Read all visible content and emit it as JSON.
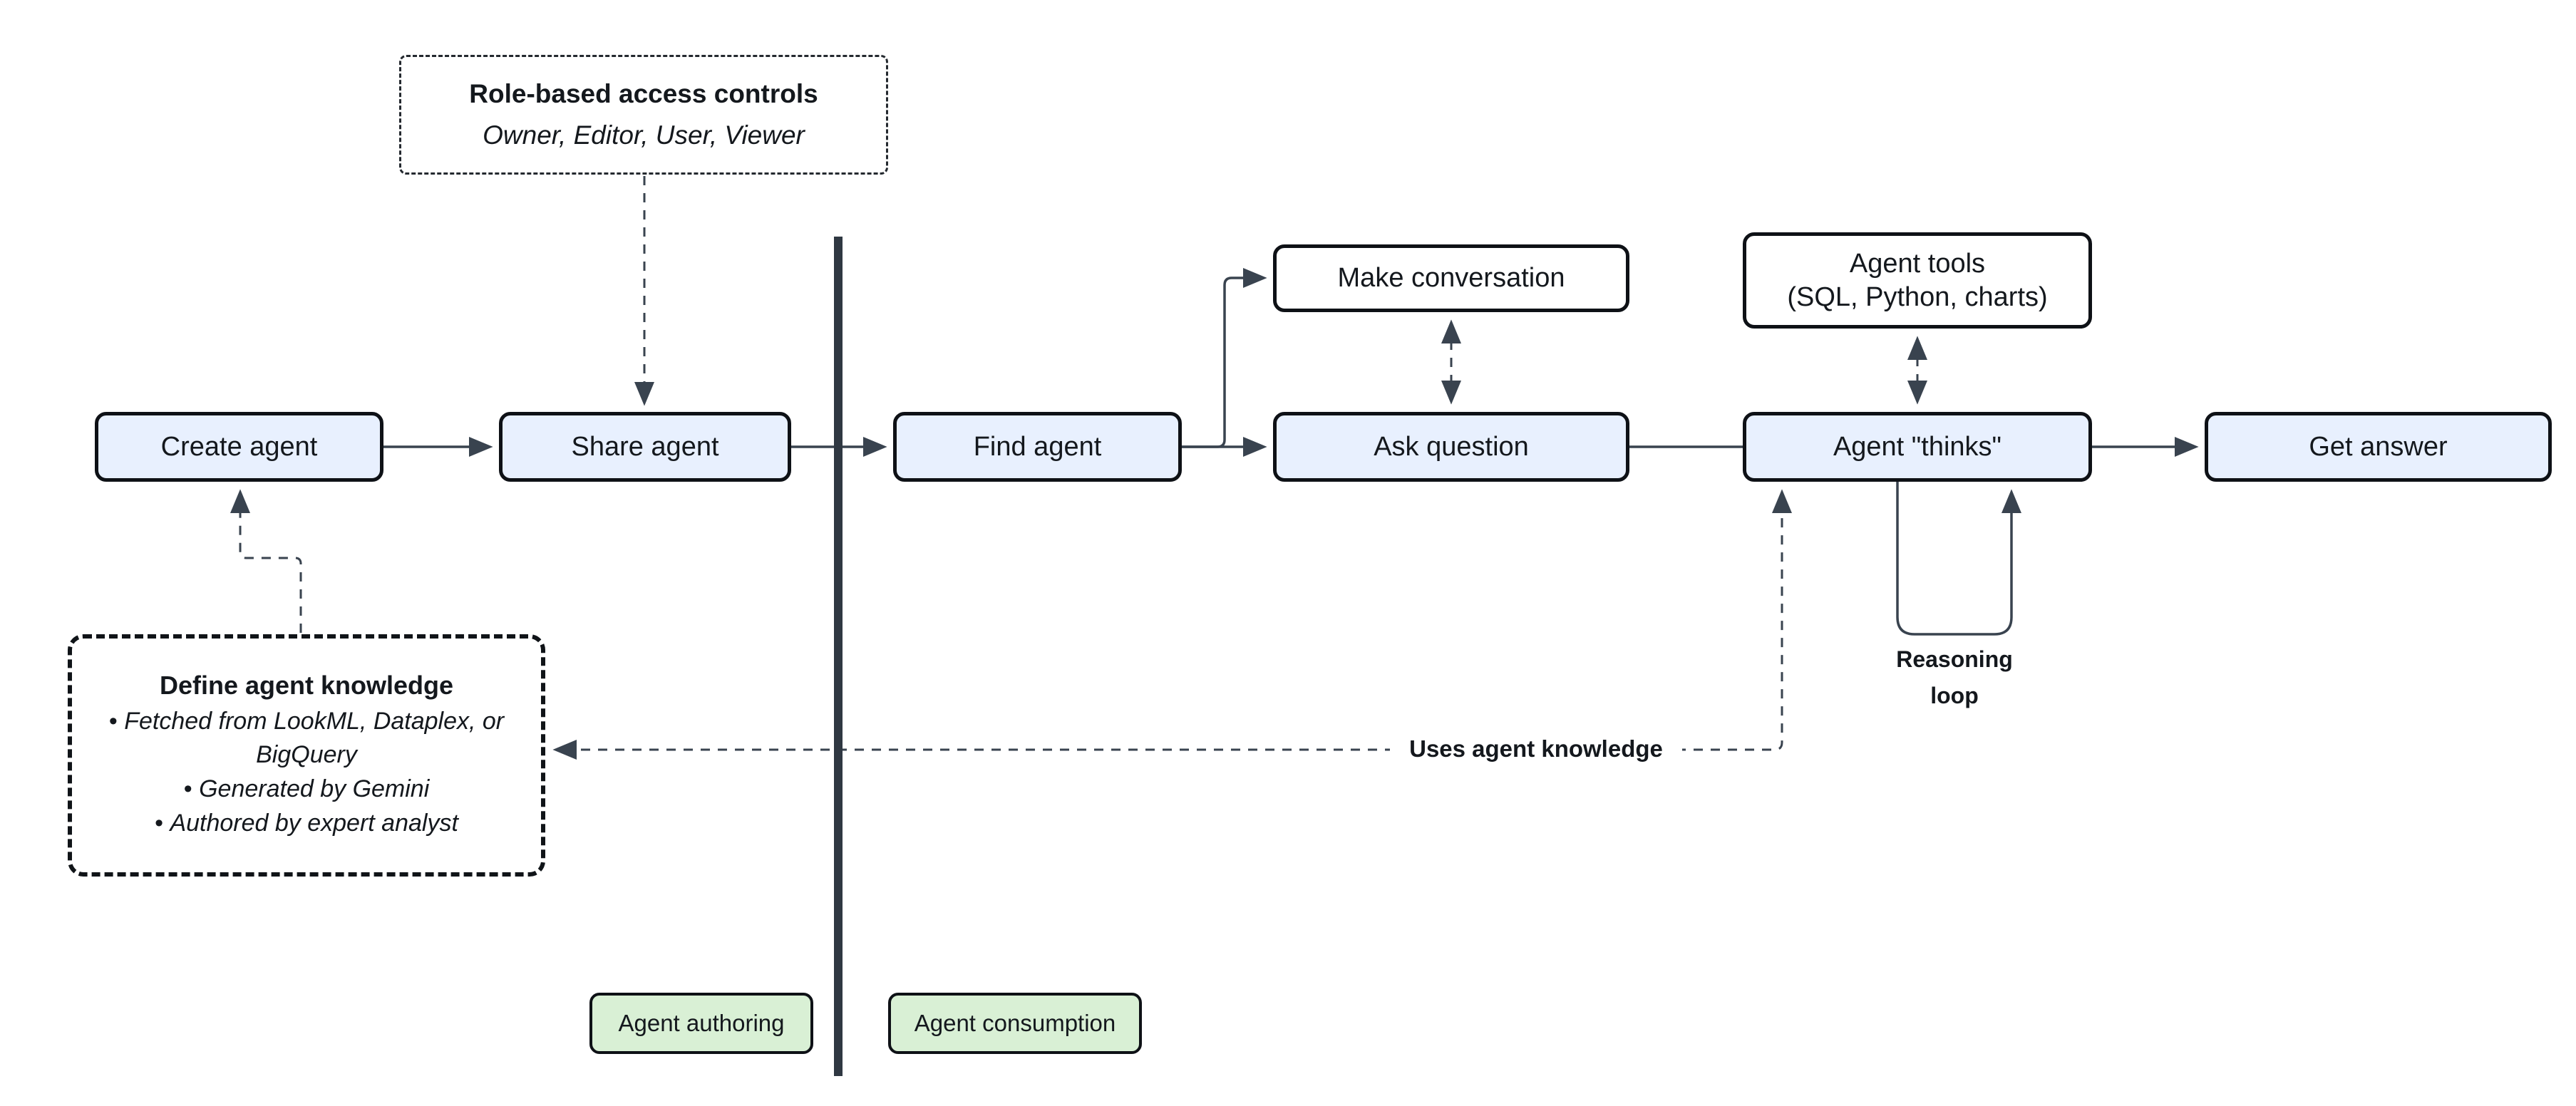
{
  "nodes": {
    "create_agent": {
      "label": "Create agent"
    },
    "share_agent": {
      "label": "Share agent"
    },
    "find_agent": {
      "label": "Find agent"
    },
    "ask_question": {
      "label": "Ask question"
    },
    "agent_thinks": {
      "label": "Agent \"thinks\""
    },
    "get_answer": {
      "label": "Get answer"
    },
    "make_conversation": {
      "label": "Make conversation"
    },
    "agent_tools": {
      "line1": "Agent tools",
      "line2": "(SQL, Python, charts)"
    }
  },
  "notes": {
    "role_access": {
      "title": "Role-based access controls",
      "subtitle": "Owner, Editor, User, Viewer"
    },
    "define_knowledge": {
      "title": "Define agent knowledge",
      "bullets": [
        "Fetched from LookML, Dataplex, or BigQuery",
        "Generated by Gemini",
        "Authored by expert analyst"
      ]
    }
  },
  "edge_labels": {
    "uses_knowledge": "Uses agent knowledge",
    "reasoning_loop": "Reasoning loop"
  },
  "zones": {
    "authoring": "Agent authoring",
    "consumption": "Agent consumption"
  },
  "colors": {
    "node_fill_blue": "#e8f0fe",
    "node_fill_white": "#ffffff",
    "zone_fill_green": "#d9f0d5",
    "border_dark": "#0e1116",
    "line_slate": "#39434f",
    "text_dark": "#14181d",
    "background": "#ffffff"
  }
}
